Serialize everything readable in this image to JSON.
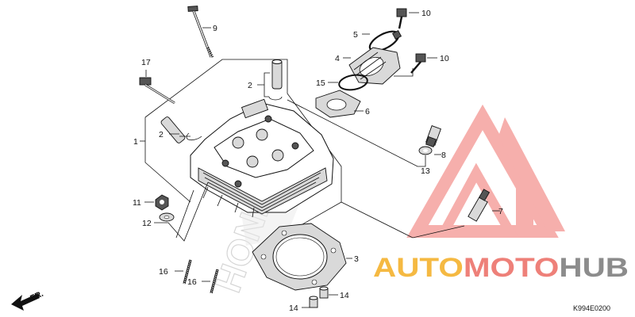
{
  "callouts": {
    "c1": "1",
    "c2a": "2",
    "c2b": "2",
    "c3": "3",
    "c4": "4",
    "c5": "5",
    "c6": "6",
    "c7": "7",
    "c8": "8",
    "c9": "9",
    "c10a": "10",
    "c10b": "10",
    "c11": "11",
    "c12": "12",
    "c13": "13",
    "c14a": "14",
    "c14b": "14",
    "c15": "15",
    "c16a": "16",
    "c16b": "16",
    "c17": "17"
  },
  "figure_code": "K994E0200",
  "front_marker": "FR.",
  "watermark": {
    "brand_auto": "AUTO",
    "brand_moto": "MOTO",
    "brand_hub": "HUB",
    "color_auto": "#f5b942",
    "color_moto": "#ee8079",
    "color_hub": "#8c8c8c",
    "logo_color": "#ef6e6a",
    "background_mark": "HONDA"
  }
}
